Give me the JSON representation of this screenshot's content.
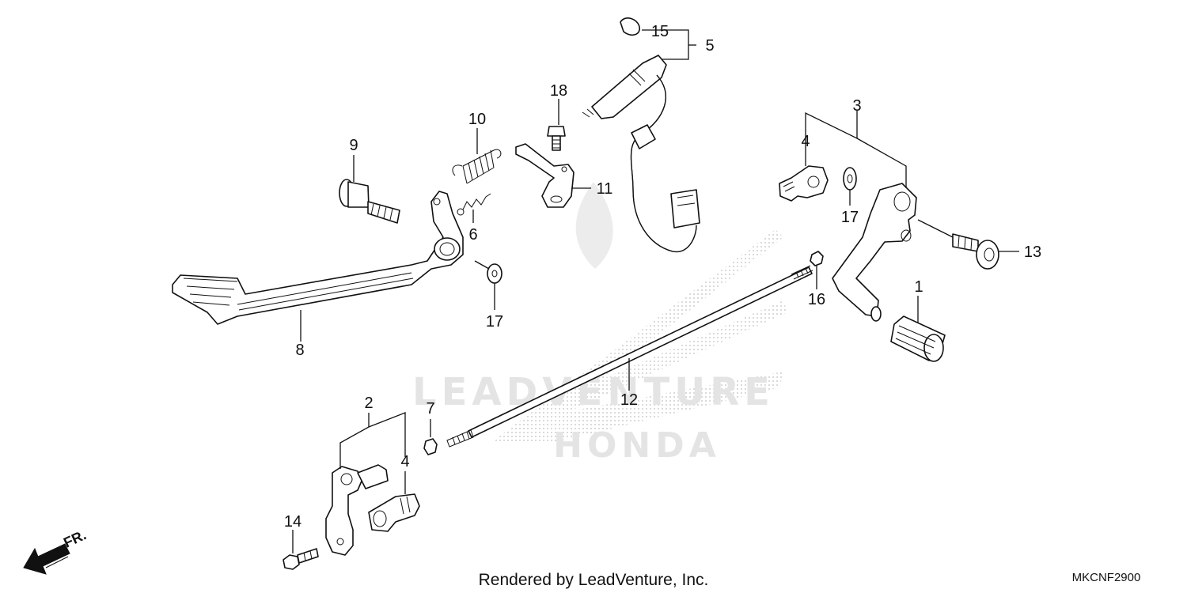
{
  "diagram": {
    "footer_credit": "Rendered by LeadVenture, Inc.",
    "diagram_code": "MKCNF2900",
    "direction_label": "FR.",
    "watermark": {
      "brand_text": "LEADVENTURE",
      "logo_text": "HONDA"
    },
    "callouts": {
      "c1": "1",
      "c2": "2",
      "c3": "3",
      "c4a": "4",
      "c4b": "4",
      "c5": "5",
      "c6": "6",
      "c7": "7",
      "c8": "8",
      "c9": "9",
      "c10": "10",
      "c11": "11",
      "c12": "12",
      "c13": "13",
      "c14": "14",
      "c15": "15",
      "c16": "16",
      "c17a": "17",
      "c17b": "17",
      "c18": "18"
    }
  }
}
